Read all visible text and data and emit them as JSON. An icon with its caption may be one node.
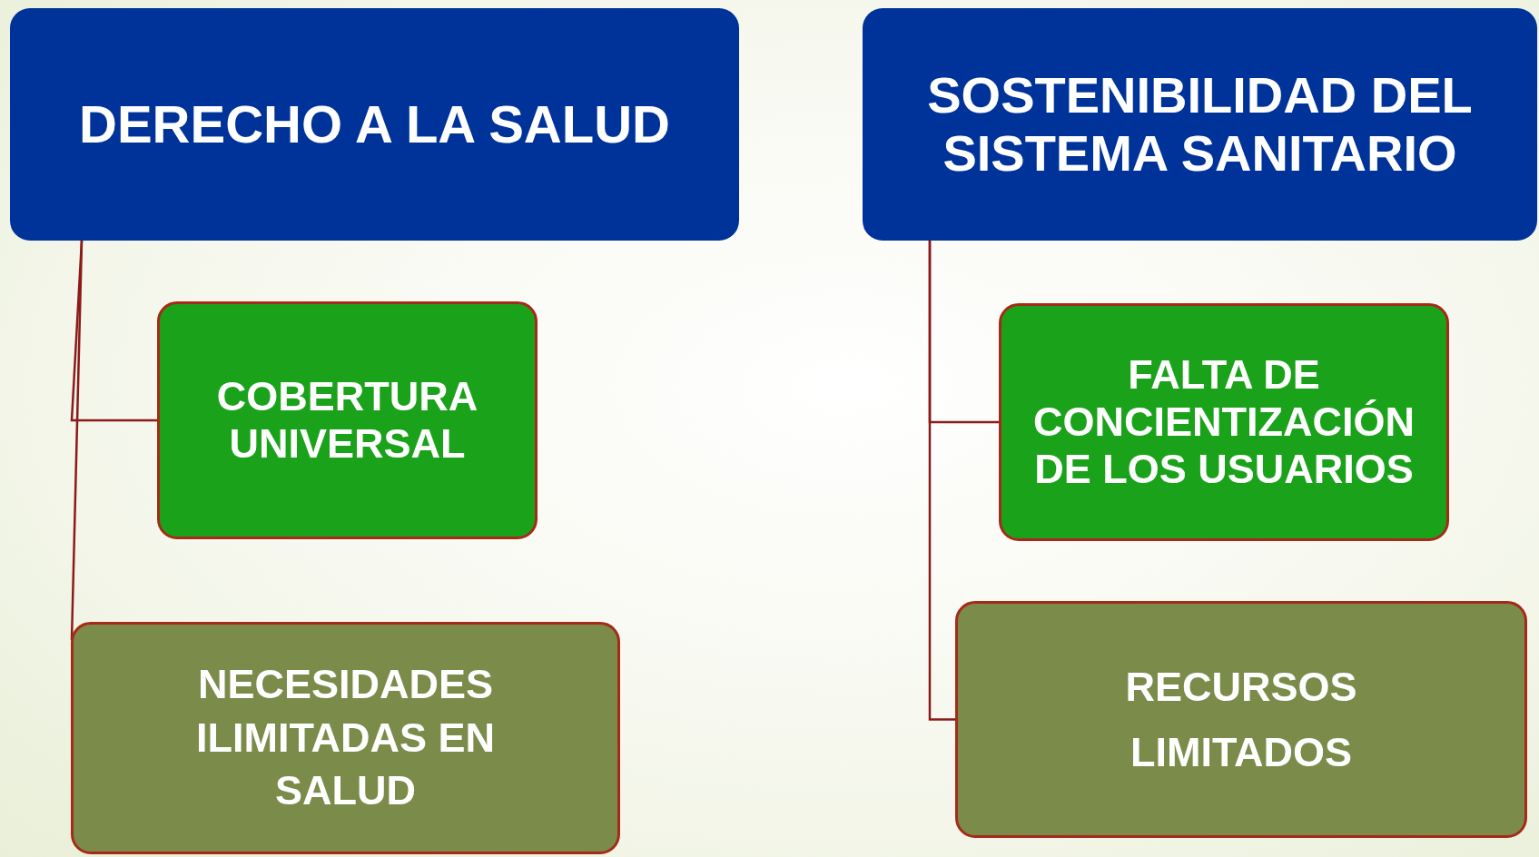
{
  "diagram": {
    "nodes": [
      {
        "text": [
          "DERECHO A LA SALUD"
        ]
      },
      {
        "text": [
          "SOSTENIBILIDAD DEL SISTEMA SANITARIO"
        ]
      },
      {
        "text": [
          "COBERTURA UNIVERSAL"
        ]
      },
      {
        "text": [
          "NECESIDADES ILIMITADAS EN SALUD"
        ]
      },
      {
        "text": [
          "FALTA DE CONCIENTIZACIÓN DE LOS USUARIOS"
        ]
      },
      {
        "text": [
          "RECURSOS LIMITADOS"
        ]
      }
    ],
    "edges": [
      {
        "from": 0,
        "to": 2,
        "arrow": "none"
      },
      {
        "from": 0,
        "to": 3,
        "arrow": "none"
      },
      {
        "from": 1,
        "to": 4,
        "arrow": "none"
      },
      {
        "from": 1,
        "to": 5,
        "arrow": "none"
      }
    ]
  }
}
